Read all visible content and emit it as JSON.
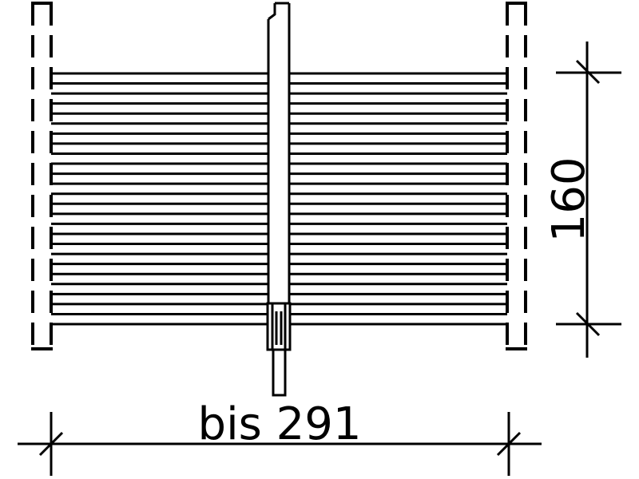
{
  "drawing": {
    "width_label": "bis 291",
    "height_label": "160",
    "line_color": "#000000",
    "background_color": "#ffffff",
    "slat_count": 26
  }
}
